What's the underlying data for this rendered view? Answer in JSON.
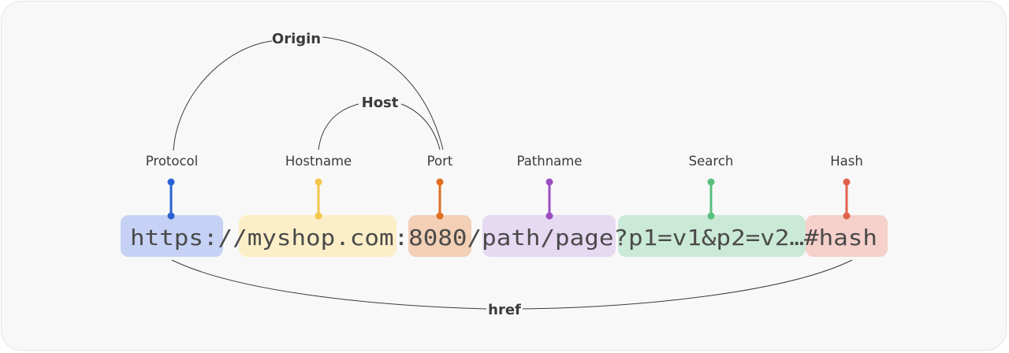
{
  "labels": {
    "protocol": "Protocol",
    "hostname": "Hostname",
    "port": "Port",
    "pathname": "Pathname",
    "search": "Search",
    "hash": "Hash",
    "origin": "Origin",
    "host": "Host",
    "href": "href"
  },
  "url": {
    "protocol": "https:",
    "slashes": "//",
    "hostname": "myshop.com",
    "colon": ":",
    "port": "8080",
    "pathname": "/path/page",
    "search": "?p1=v1&p2=v2…",
    "hash": "#hash"
  },
  "colors": {
    "protocol_bg": "#c6d2f5",
    "protocol_marker": "#2a62d2",
    "hostname_bg": "#fcefc8",
    "hostname_marker": "#f3c64b",
    "port_bg": "#f3cfb6",
    "port_marker": "#de6f22",
    "pathname_bg": "#e6d9f2",
    "pathname_marker": "#9a4ec2",
    "search_bg": "#cbe9d7",
    "search_marker": "#58bf7f",
    "hash_bg": "#f6d0ca",
    "hash_marker": "#e0624b"
  }
}
